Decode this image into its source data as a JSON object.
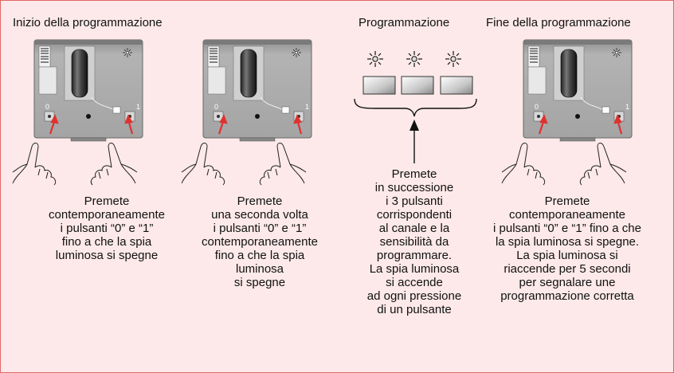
{
  "titles": {
    "start": "Inizio della programmazione",
    "programming": "Programmazione",
    "end": "Fine della programmazione"
  },
  "device": {
    "button_0_label": "0",
    "button_1_label": "1"
  },
  "descriptions": {
    "step1": "Premete\ncontemporaneamente\ni pulsanti “0” e “1”\nfino a che la spia\nluminosa si spegne",
    "step2": "Premete\nuna seconda volta\ni pulsanti “0” e “1”\ncontemporaneamente\nfino a che la spia\nluminosa\nsi spegne",
    "step3": "Premete\nin successione\ni 3 pulsanti\ncorrispondenti\nal canale e la\nsensibilità da\nprogrammare.\nLa spia luminosa\nsi accende\nad ogni pressione\ndi un pulsante",
    "step4": "Premete\ncontemporaneamente\ni pulsanti “0” e “1” fino a che\nla spia luminosa si spegne.\nLa spia luminosa si\nriaccende per 5 secondi\nper segnalare une\nprogrammazione corretta"
  },
  "colors": {
    "background": "#fde9e9",
    "border": "#e06666",
    "arrow": "#e0312f",
    "device": "#a9a9a9"
  }
}
